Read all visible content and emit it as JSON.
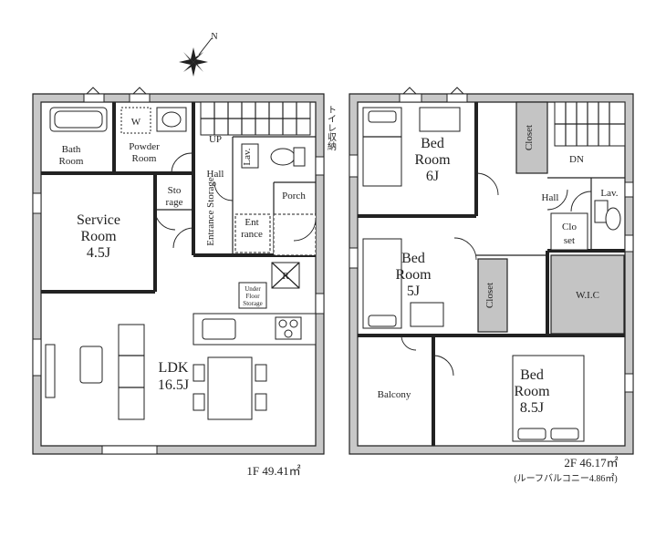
{
  "compass": {
    "north": "N"
  },
  "floor1": {
    "rooms": {
      "bath": [
        "Bath",
        "Room"
      ],
      "washer": "W",
      "powder": [
        "Powder",
        "Room"
      ],
      "up": "UP",
      "lav": "Lav.",
      "hall": "Hall",
      "toilet_storage": "トイレ収納",
      "storage": [
        "Sto",
        "rage"
      ],
      "service": [
        "Service",
        "Room",
        "4.5J"
      ],
      "entrance_storage": "Entrance Storage",
      "entrance": [
        "Ent",
        "rance"
      ],
      "porch": "Porch",
      "refrigerator": "R",
      "underfloor": [
        "Under",
        "Floor",
        "Storage"
      ],
      "ldk": [
        "LDK",
        "16.5J"
      ]
    },
    "area": "1F 49.41㎡"
  },
  "floor2": {
    "rooms": {
      "bed1": [
        "Bed",
        "Room",
        "6J"
      ],
      "closet1": "Closet",
      "dn": "DN",
      "hall": "Hall",
      "lav": "Lav.",
      "closet_small": [
        "Clo",
        "set"
      ],
      "bed2": [
        "Bed",
        "Room",
        "5J"
      ],
      "closet2": "Closet",
      "wic": "W.I.C",
      "balcony": "Balcony",
      "bed3": [
        "Bed",
        "Room",
        "8.5J"
      ]
    },
    "area": "2F 46.17㎡",
    "roof_balcony": "(ルーフバルコニー4.86㎡)"
  }
}
